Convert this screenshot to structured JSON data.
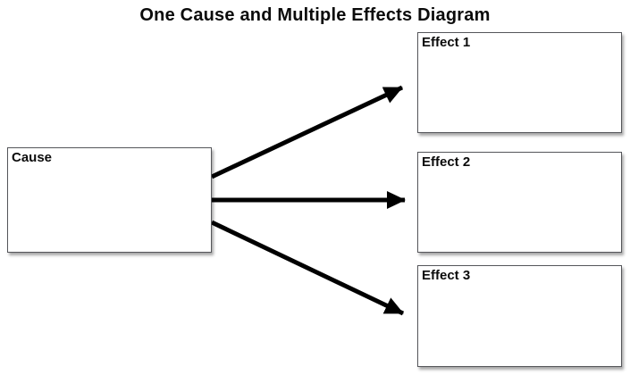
{
  "title": "One Cause and Multiple Effects Diagram",
  "diagram": {
    "cause": {
      "label": "Cause"
    },
    "effects": [
      {
        "label": "Effect 1"
      },
      {
        "label": "Effect 2"
      },
      {
        "label": "Effect 3"
      }
    ],
    "colors": {
      "arrow": "#000000",
      "box_border": "#55565a",
      "box_fill": "#ffffff",
      "background": "#ffffff",
      "text": "#0b0b0b"
    }
  }
}
